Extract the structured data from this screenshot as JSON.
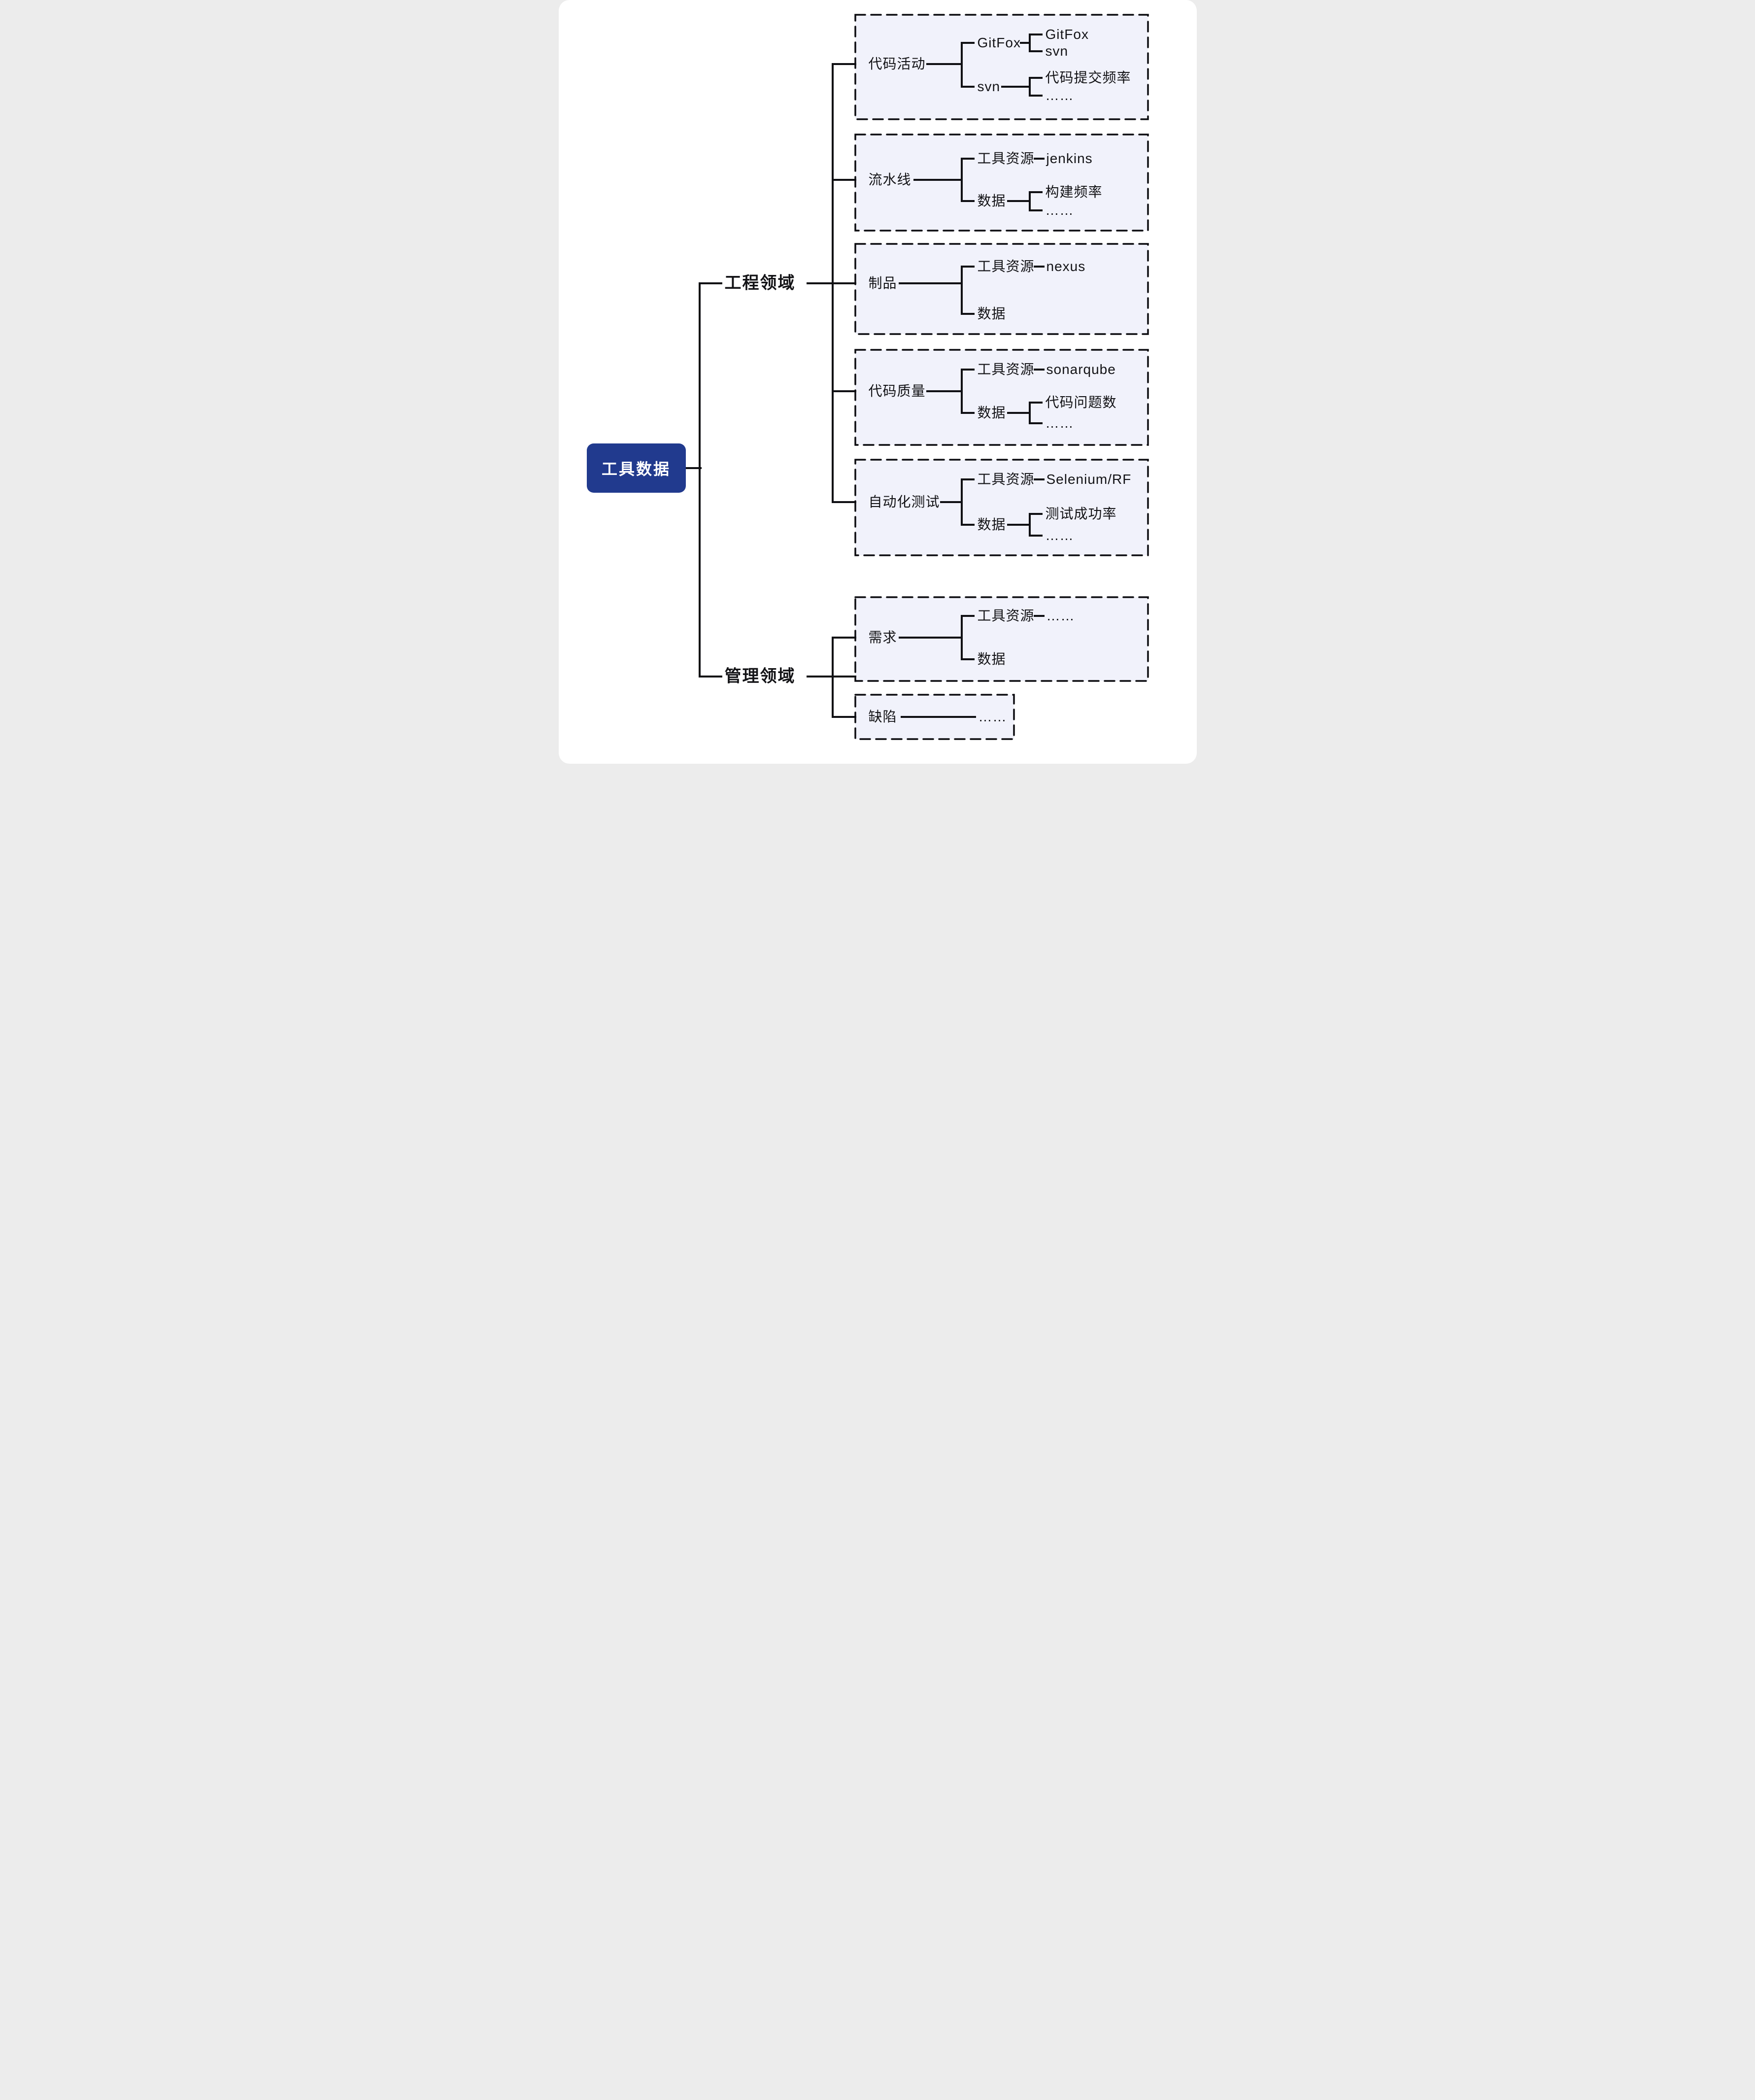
{
  "root": {
    "label": "工具数据"
  },
  "domains": {
    "engineering": {
      "label": "工程领域"
    },
    "management": {
      "label": "管理领域"
    }
  },
  "groups": {
    "code_activity": {
      "label": "代码活动",
      "branch1": {
        "label": "GitFox",
        "items": [
          "GitFox",
          "svn"
        ]
      },
      "branch2": {
        "label": "svn",
        "items": [
          "代码提交频率",
          "……"
        ]
      }
    },
    "pipeline": {
      "label": "流水线",
      "branch1": {
        "label": "工具资源",
        "value": "jenkins"
      },
      "branch2": {
        "label": "数据",
        "items": [
          "构建频率",
          "……"
        ]
      }
    },
    "artifact": {
      "label": "制品",
      "branch1": {
        "label": "工具资源",
        "value": "nexus"
      },
      "branch2": {
        "label": "数据"
      }
    },
    "code_quality": {
      "label": "代码质量",
      "branch1": {
        "label": "工具资源",
        "value": "sonarqube"
      },
      "branch2": {
        "label": "数据",
        "items": [
          "代码问题数",
          "……"
        ]
      }
    },
    "auto_test": {
      "label": "自动化测试",
      "branch1": {
        "label": "工具资源",
        "value": "Selenium/RF"
      },
      "branch2": {
        "label": "数据",
        "items": [
          "测试成功率",
          "……"
        ]
      }
    },
    "requirement": {
      "label": "需求",
      "branch1": {
        "label": "工具资源",
        "value": "……"
      },
      "branch2": {
        "label": "数据"
      }
    },
    "defect": {
      "label": "缺陷",
      "value": "……"
    }
  },
  "colors": {
    "root_fill": "#213a8e",
    "root_text": "#ffffff",
    "group_fill": "#f1f2fb",
    "line": "#101014",
    "text": "#131316"
  }
}
